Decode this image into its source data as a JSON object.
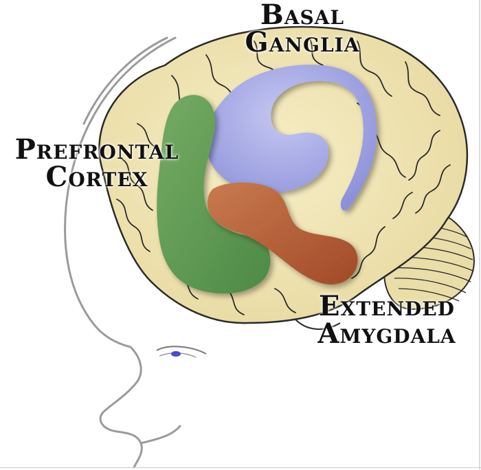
{
  "labels": {
    "basal_ganglia": {
      "line1": "Basal",
      "line2": "Ganglia"
    },
    "prefrontal_cortex": {
      "line1": "Prefrontal",
      "line2": "Cortex"
    },
    "extended_amygdala": {
      "line1": "Extended",
      "line2": "Amygdala"
    }
  },
  "colors": {
    "brain": "#eee3b0",
    "brain_outline": "#2a2a2a",
    "prefrontal_cortex": "#5e9a52",
    "basal_ganglia": "#9a9ee0",
    "extended_amygdala": "#b5603a",
    "face_outline": "#9a9a9a",
    "eye": "#4a4cc8"
  }
}
